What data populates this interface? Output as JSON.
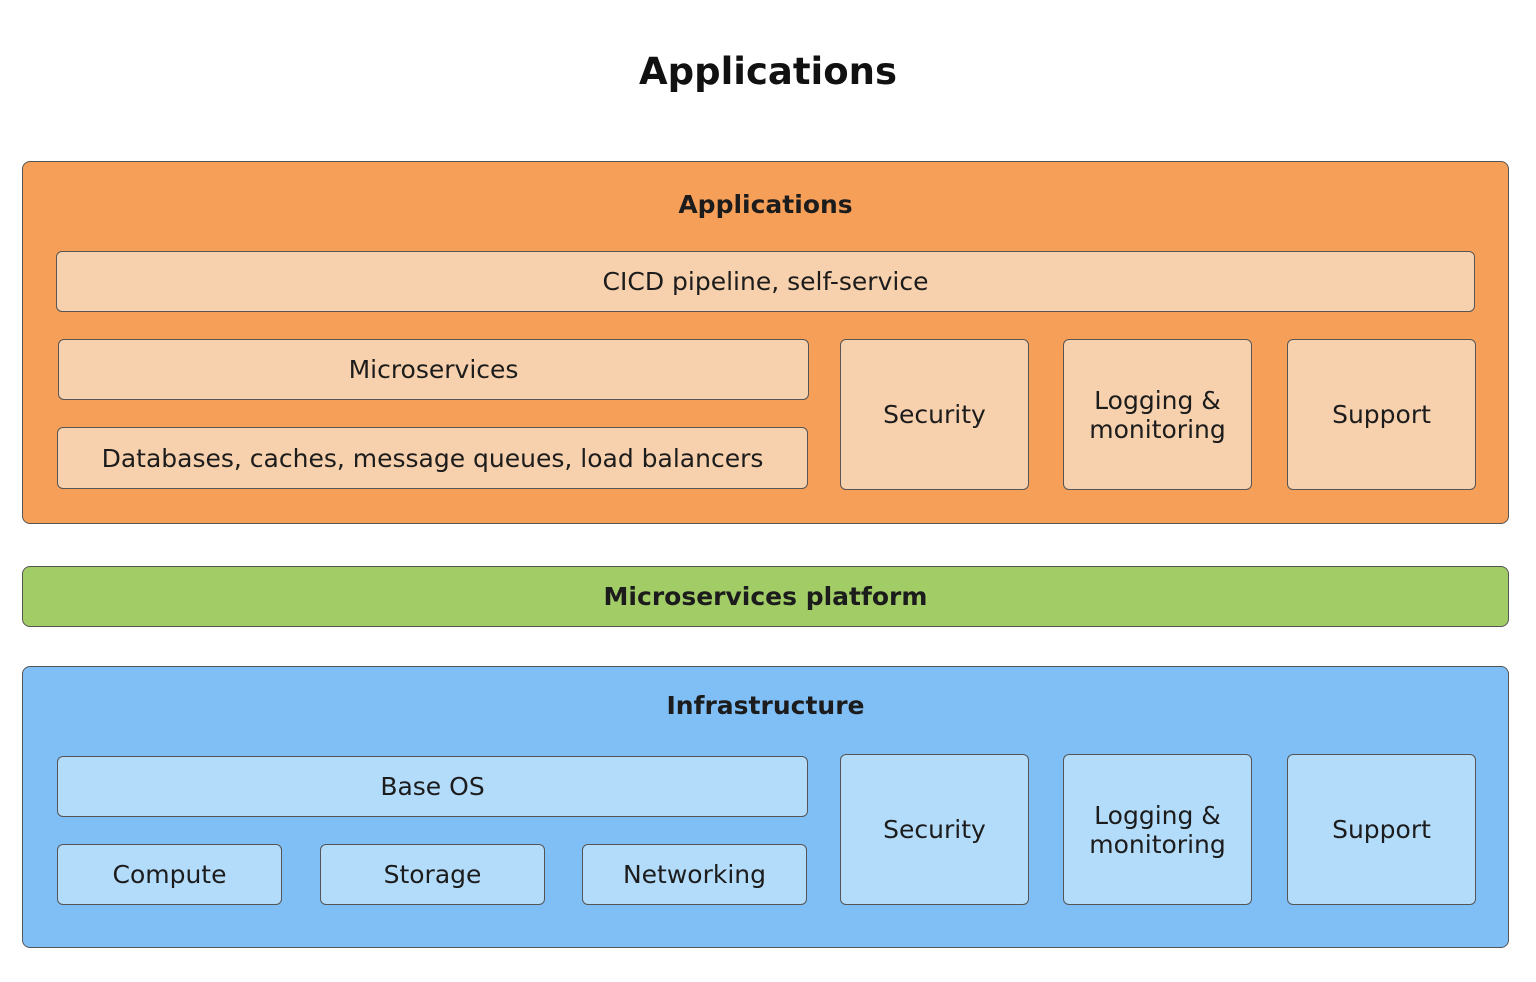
{
  "title": "Applications",
  "colors": {
    "applications_layer": "#f69f58",
    "applications_box": "#f7d1ad",
    "platform_layer": "#a1cc66",
    "infrastructure_layer": "#7fbff5",
    "infrastructure_box": "#b3dcfb",
    "border": "#555555"
  },
  "applications": {
    "label": "Applications",
    "cicd": "CICD pipeline, self-service",
    "microservices": "Microservices",
    "databases": "Databases, caches, message queues, load balancers",
    "security": "Security",
    "logging_line1": "Logging &",
    "logging_line2": "monitoring",
    "support": "Support"
  },
  "platform": {
    "label": "Microservices platform"
  },
  "infrastructure": {
    "label": "Infrastructure",
    "base_os": "Base OS",
    "compute": "Compute",
    "storage": "Storage",
    "networking": "Networking",
    "security": "Security",
    "logging_line1": "Logging &",
    "logging_line2": "monitoring",
    "support": "Support"
  }
}
